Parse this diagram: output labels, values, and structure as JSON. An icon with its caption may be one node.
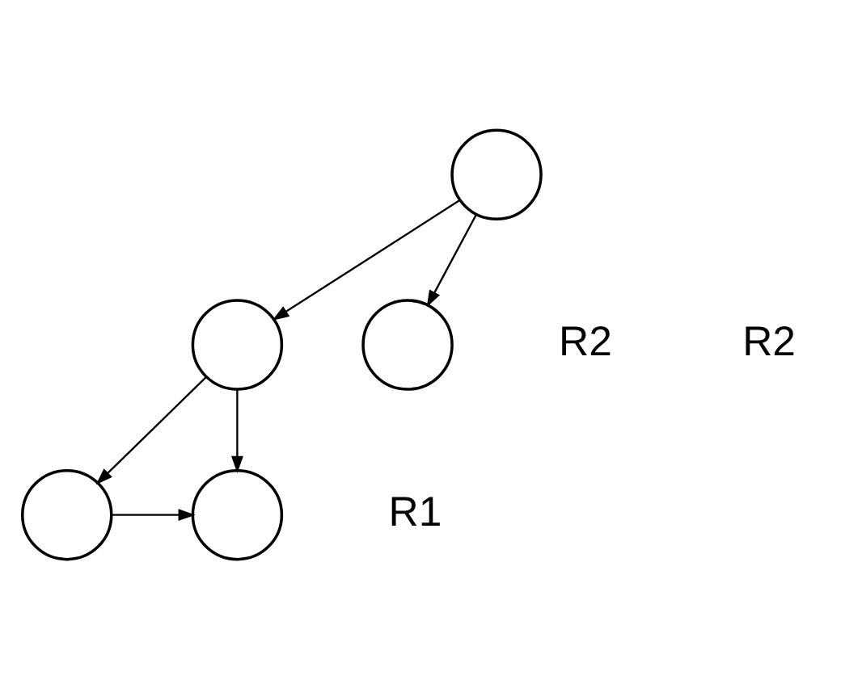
{
  "diagram": {
    "nodes": [
      {
        "text": [],
        "shape": "circle"
      },
      {
        "text": [],
        "shape": "circle"
      },
      {
        "text": [],
        "shape": "circle"
      },
      {
        "text": [],
        "shape": "circle"
      },
      {
        "text": [],
        "shape": "circle"
      }
    ],
    "edges": [
      {
        "from": 0,
        "to": 1,
        "arrow": "to"
      },
      {
        "from": 0,
        "to": 2,
        "arrow": "to"
      },
      {
        "from": 1,
        "to": 3,
        "arrow": "to"
      },
      {
        "from": 1,
        "to": 4,
        "arrow": "to"
      },
      {
        "from": 3,
        "to": 4,
        "arrow": "to"
      }
    ],
    "labels": [
      "R2",
      "R2",
      "R1"
    ]
  }
}
